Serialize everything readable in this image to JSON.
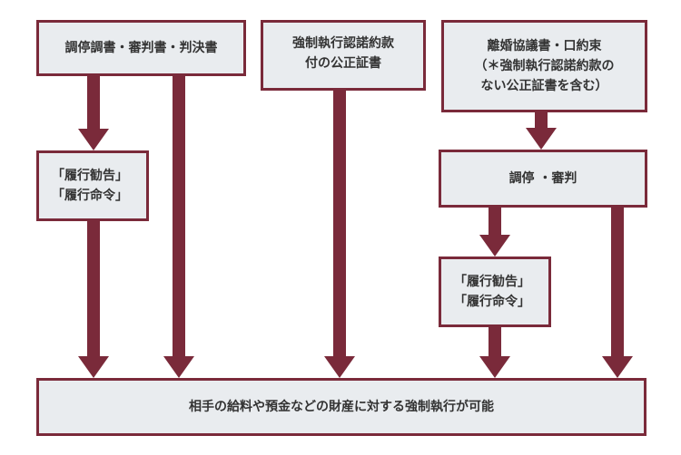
{
  "colors": {
    "box_fill": "#e9ecef",
    "box_border": "#7a2a3a",
    "arrow": "#7a2a3a",
    "text": "#333333"
  },
  "boxes": {
    "chotei": {
      "lines": [
        "調停調書・審判書・判決書"
      ]
    },
    "kosei": {
      "lines": [
        "強制執行認諾約款",
        "付の公正証書"
      ]
    },
    "rikon": {
      "lines": [
        "離婚協議書・口約束",
        "（＊強制執行認諾約款の",
        "ない公正証書を含む）"
      ]
    },
    "kankoku_left": {
      "lines": [
        "「履行勧告」",
        "「履行命令」"
      ]
    },
    "chotei_shinpan": {
      "lines": [
        "調停 ・審判"
      ]
    },
    "kankoku_right": {
      "lines": [
        "「履行勧告」",
        "「履行命令」"
      ]
    },
    "result": {
      "lines": [
        "相手の給料や預金などの財産に対する強制執行が可能"
      ]
    }
  }
}
